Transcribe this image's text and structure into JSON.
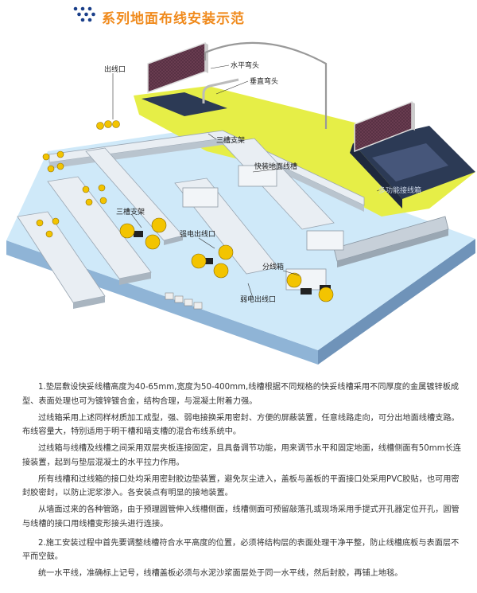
{
  "title": "系列地面布线安装示范",
  "labels": {
    "outlet": "出线口",
    "horizontal_elbow": "水平弯头",
    "vertical_elbow": "垂直弯头",
    "tri_bracket_1": "三槽支架",
    "fast_trunking": "快装地面线槽",
    "tri_bracket_2": "三槽支架",
    "strong_outlet": "强电出线口",
    "junction_box": "分线箱",
    "weak_outlet": "弱电出线口",
    "multi_box": "多功能接线箱"
  },
  "paragraphs": [
    "1.垫层敷设快妥线槽高度为40-65mm,宽度为50-400mm,线槽根据不同规格的快妥线槽采用不同厚度的金属镀锌板成型、表面处理也可为镀锌镀合金，结构合理，与混凝土附着力强。",
    "过线箱采用上述同样材质加工成型，强、弱电接换采用密封、方便的屏蔽装置，任意线路走向，可分出地面线槽支路。布线容量大，特别适用于明干槽和暗支槽的混合布线系统中。",
    "过线箱与线槽及线槽之间采用双层夹板连接固定，且具备调节功能，用来调节水平和固定地面，线槽侧面有50mm长连接装置，起到与垫层混凝土的水平拉力作用。",
    "所有线槽和过线箱的接口处均采用密封胶边垫装置，避免灰尘进入，盖板与盖板的平面接口处采用PVC胶贴，也可用密封胶密封，以防止泥浆渗入。各安装点有明显的接地装置。",
    "从墙面过来的各种管路，由于预理圆管伸入线槽侧面，线槽侧面可预留敲落孔或现场采用手提式开孔器定位开孔，圆管与线槽的接口用线槽变形接头进行连接。",
    "2.施工安装过程中首先要调整线槽符合水平高度的位置，必须将结构层的表面处理干净平整，防止线槽底板与表面层不平而空鼓。",
    "统一水平线，准确标上记号，线槽盖板必须与水泥沙浆面层处于同一水平线，然后封胶，再铺上地毯。"
  ]
}
